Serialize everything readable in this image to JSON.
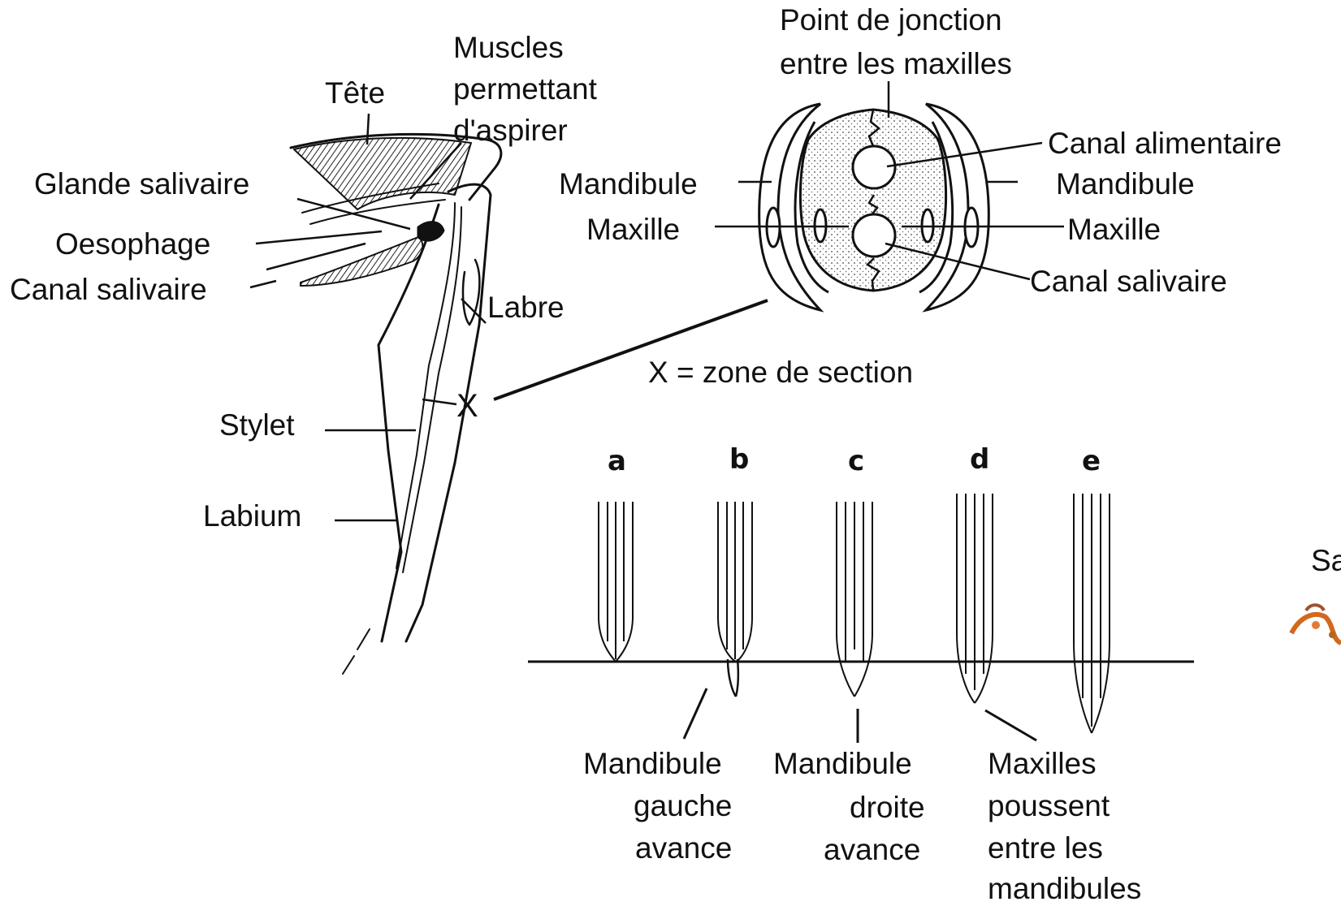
{
  "head_labels": {
    "tete": "Tête",
    "muscles_1": "Muscles",
    "muscles_2": "permettant",
    "muscles_3": "d'aspirer",
    "glande": "Glande salivaire",
    "oesophage": "Oesophage",
    "canal_sal": "Canal salivaire",
    "labre": "Labre",
    "x_mark": "X",
    "stylet": "Stylet",
    "labium": "Labium"
  },
  "section_labels": {
    "point_1": "Point de jonction",
    "point_2": "entre les maxilles",
    "mandibule_left": "Mandibule",
    "maxille_left": "Maxille",
    "canal_alim": "Canal alimentaire",
    "mandibule_right": "Mandibule",
    "maxille_right": "Maxille",
    "canal_sal_right": "Canal salivaire",
    "section_zone": "X = zone de section"
  },
  "stages": [
    "a",
    "b",
    "c",
    "d",
    "e"
  ],
  "stage_captions": {
    "b_1": "Mandibule",
    "b_2": "gauche",
    "b_3": "avance",
    "c_1": "Mandibule",
    "c_2": "droite",
    "c_3": "avance",
    "d_1": "Maxilles",
    "d_2": "poussent",
    "d_3": "entre les",
    "d_4": "mandibules"
  },
  "cut_text": "Sa",
  "colors": {
    "ink": "#111111",
    "stipple": "#d8d8d8",
    "logo": "#d2691e"
  }
}
